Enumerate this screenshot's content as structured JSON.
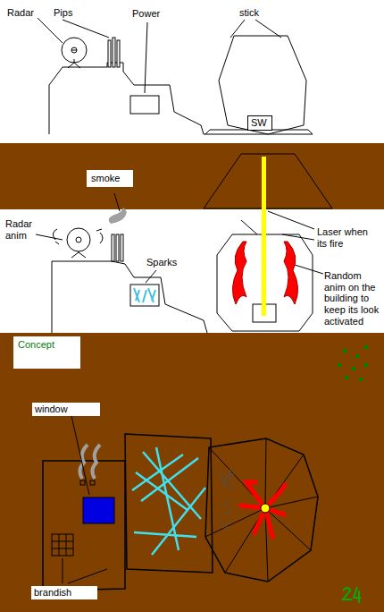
{
  "diagram": {
    "nodes": [
      {
        "text": [
          "SW"
        ]
      },
      {
        "text": [
          "smoke"
        ]
      },
      {
        "text": [
          "Concept"
        ]
      },
      {
        "text": [
          "window"
        ]
      },
      {
        "text": [
          "brandish"
        ]
      }
    ],
    "labels": [
      "Radar",
      "Pips",
      "Power",
      "stick",
      "Radar anim",
      "Sparks",
      "Laser when its fire",
      "Random anim on the building to keep its look activated"
    ]
  }
}
